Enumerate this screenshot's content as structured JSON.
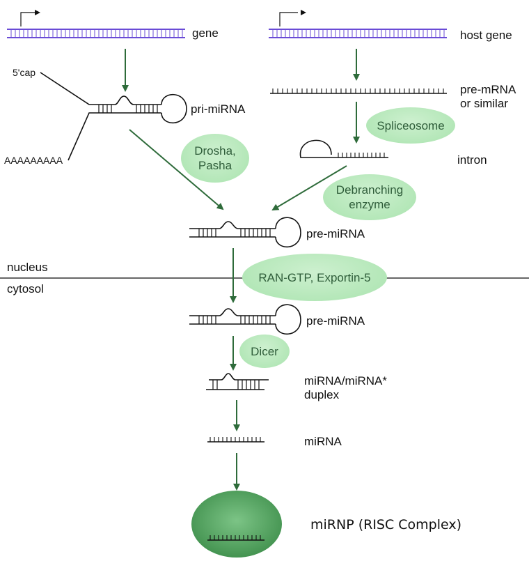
{
  "labels": {
    "gene": "gene",
    "host_gene": "host gene",
    "five_cap": "5'cap",
    "poly_a": "AAAAAAAAA",
    "pri_mirna": "pri-miRNA",
    "pre_mrna": "pre-mRNA\nor similar",
    "intron": "intron",
    "pre_mirna_nucleus": "pre-miRNA",
    "nucleus": "nucleus",
    "cytosol": "cytosol",
    "pre_mirna_cytosol": "pre-miRNA",
    "duplex": "miRNA/miRNA*\nduplex",
    "mirna": "miRNA",
    "mirnp": "miRNP (RISC Complex)"
  },
  "enzymes": {
    "drosha": "Drosha,\nPasha",
    "spliceosome": "Spliceosome",
    "debranching": "Debranching\nenzyme",
    "ran": "RAN-GTP, Exportin-5",
    "dicer": "Dicer"
  },
  "colors": {
    "dna_strand": "#6a4bd6",
    "arrow": "#2e6b3a",
    "enzyme_fill": "#b6e8b9",
    "risc_fill": "#5aa866",
    "membrane": "#666666"
  }
}
